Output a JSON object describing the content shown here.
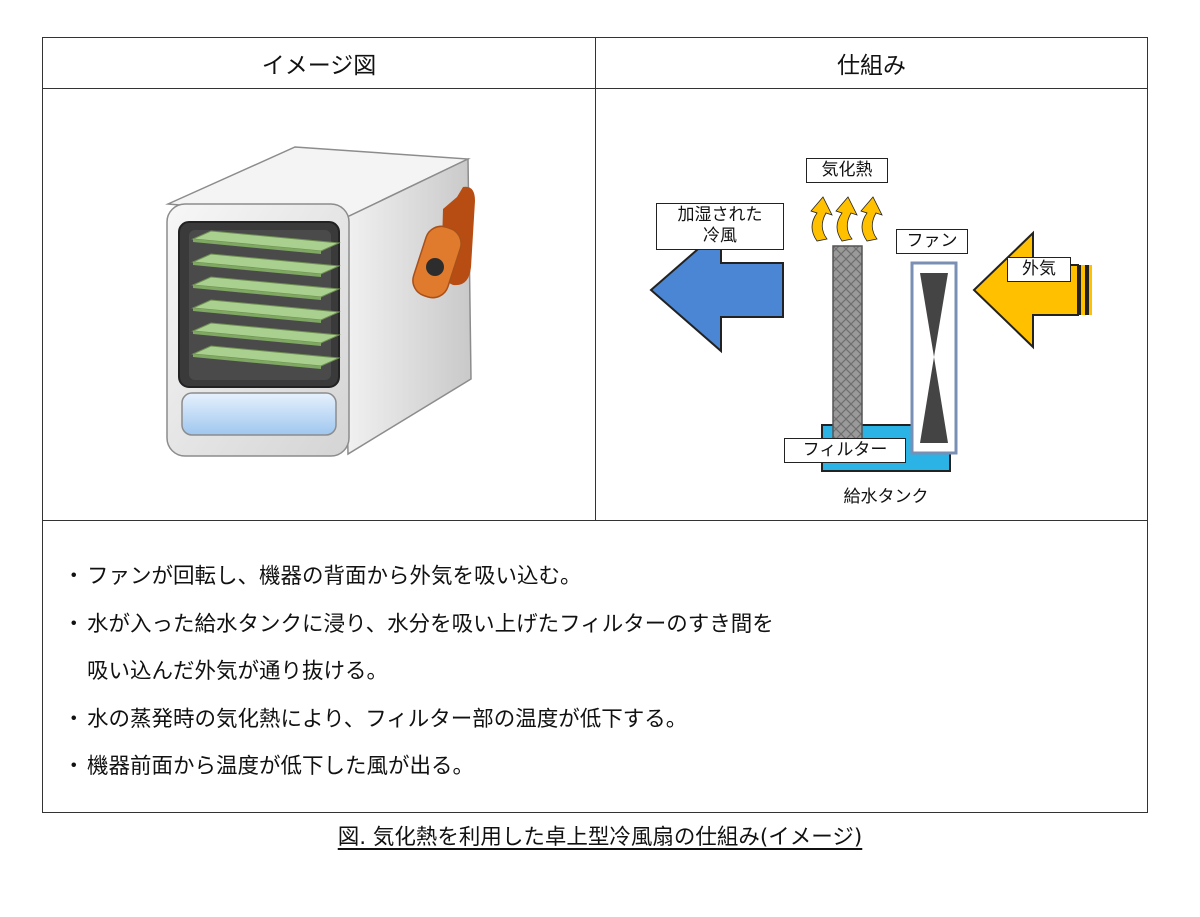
{
  "headers": {
    "image_col": "イメージ図",
    "mechanism_col": "仕組み"
  },
  "mechanism": {
    "labels": {
      "heat": "気化熱",
      "humidified_1": "加湿された",
      "humidified_2": "冷風",
      "fan": "ファン",
      "outside_air": "外気",
      "filter": "フィルター",
      "tank": "給水タンク"
    },
    "colors": {
      "blue_arrow": "#4a86d3",
      "yellow_arrow": "#ffc000",
      "heat_arrows": "#ffc000",
      "filter": "#9a9a9a",
      "tank_fill": "#2bb3e6",
      "fan_frame": "#7a8fb4",
      "fan_blade": "#444444"
    }
  },
  "illustration": {
    "colors": {
      "body": "#e9e9e9",
      "window": "#3a3a3a",
      "slats": "#a9d08e",
      "handle": "#e07b2e",
      "light": "#cfe3f8"
    },
    "slat_count": 6
  },
  "bullets": {
    "b1": "ファンが回転し、機器の背面から外気を吸い込む。",
    "b2_line1": "水が入った給水タンクに浸り、水分を吸い上げたフィルターのすき間を",
    "b2_line2": "吸い込んだ外気が通り抜ける。",
    "b3": "水の蒸発時の気化熱により、フィルター部の温度が低下する。",
    "b4": "機器前面から温度が低下した風が出る。"
  },
  "bullet_marker": "・",
  "caption": "図. 気化熱を利用した卓上型冷風扇の仕組み(イメージ)"
}
